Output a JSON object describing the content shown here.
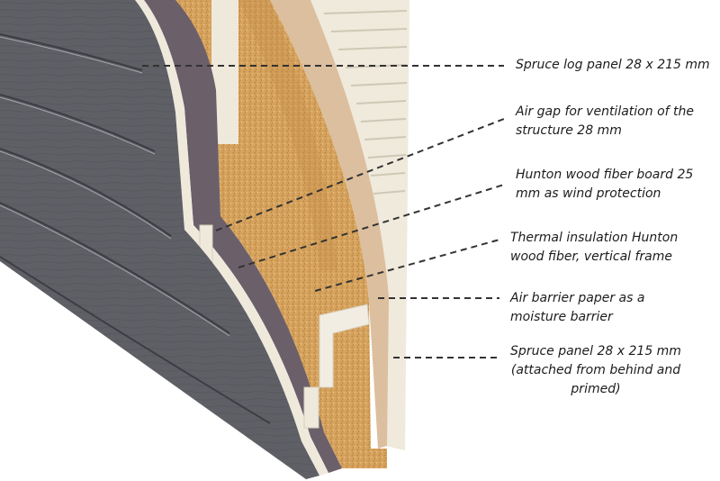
{
  "diagram": {
    "type": "wall-cross-section",
    "colors": {
      "exterior_log": "#5f5f66",
      "exterior_log_dark": "#45454c",
      "batten": "#efe9dc",
      "air_gap_board": "#6b5f6a",
      "insulation": "#d6a35e",
      "insulation_dark": "#c48d49",
      "air_barrier": "#dcbf9f",
      "interior_panel": "#efeadc",
      "leader_line": "#333333"
    },
    "labels": [
      {
        "id": "spruce-log-panel",
        "text": "Spruce log panel 28 x 215 mm"
      },
      {
        "id": "air-gap",
        "text": "Air gap for ventilation of the\nstructure 28 mm"
      },
      {
        "id": "hunton-board",
        "text": "Hunton wood fiber board 25\nmm as wind protection"
      },
      {
        "id": "thermal-insulation",
        "text": "Thermal insulation Hunton\nwood fiber, vertical frame"
      },
      {
        "id": "air-barrier",
        "text": "Air barrier paper as a\nmoisture barrier"
      },
      {
        "id": "spruce-panel",
        "text": "Spruce panel 28 x 215 mm\n(attached from behind and\nprimed)"
      }
    ]
  }
}
